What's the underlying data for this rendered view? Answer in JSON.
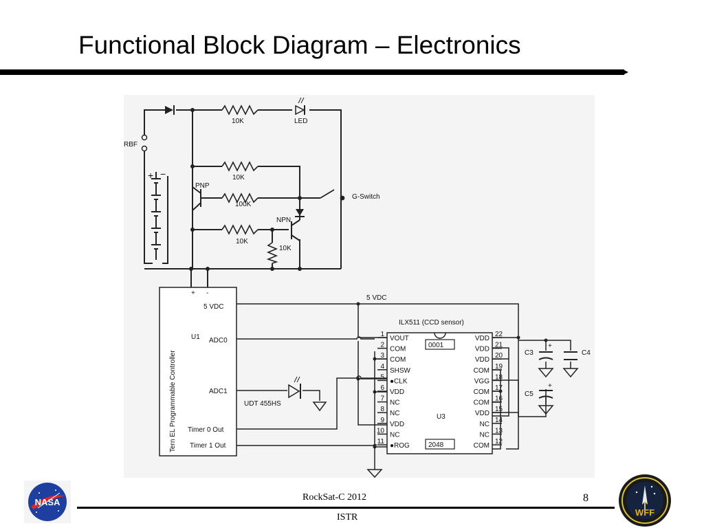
{
  "slide": {
    "title": "Functional Block Diagram – Electronics",
    "page_number": "8"
  },
  "footer": {
    "event": "RockSat-C 2012",
    "org": "ISTR"
  },
  "logos": {
    "left": "NASA",
    "right": "WFF"
  },
  "schematic": {
    "power": {
      "rbf": "RBF",
      "plus": "+",
      "minus": "−",
      "r_top": "10K",
      "led": "LED",
      "r_pnp": "10K",
      "pnp": "PNP",
      "r_100k": "100K",
      "g_switch": "G-Switch",
      "npn": "NPN",
      "r_npn_base": "10K",
      "r_pulldown": "10K"
    },
    "controller": {
      "name": "Tern EL Programmable Controller",
      "ref": "U1",
      "plus": "+",
      "minus": "-",
      "pins": [
        "5 VDC",
        "ADC0",
        "ADC1",
        "Timer 0 Out",
        "Timer 1 Out"
      ]
    },
    "bus_label": "5 VDC",
    "photodiode": "UDT 455HS",
    "ccd": {
      "title": "ILX511 (CCD sensor)",
      "ref": "U3",
      "code_top": "0001",
      "code_bottom": "2048",
      "left_pins": [
        {
          "num": "1",
          "name": "VOUT"
        },
        {
          "num": "2",
          "name": "COM"
        },
        {
          "num": "3",
          "name": "COM"
        },
        {
          "num": "4",
          "name": "SHSW"
        },
        {
          "num": "5",
          "name": "●CLK"
        },
        {
          "num": "6",
          "name": "VDD"
        },
        {
          "num": "7",
          "name": "NC"
        },
        {
          "num": "8",
          "name": "NC"
        },
        {
          "num": "9",
          "name": "VDD"
        },
        {
          "num": "10",
          "name": "NC"
        },
        {
          "num": "11",
          "name": "●ROG"
        }
      ],
      "right_pins": [
        {
          "num": "22",
          "name": "VDD"
        },
        {
          "num": "21",
          "name": "VDD"
        },
        {
          "num": "20",
          "name": "VDD"
        },
        {
          "num": "19",
          "name": "COM"
        },
        {
          "num": "18",
          "name": "VGG"
        },
        {
          "num": "17",
          "name": "COM"
        },
        {
          "num": "16",
          "name": "COM"
        },
        {
          "num": "15",
          "name": "VDD"
        },
        {
          "num": "14",
          "name": "NC"
        },
        {
          "num": "13",
          "name": "NC"
        },
        {
          "num": "12",
          "name": "COM"
        }
      ]
    },
    "caps": {
      "c3": "C3",
      "c4": "C4",
      "c5": "C5",
      "c3_plus": "+",
      "c5_plus": "+"
    }
  }
}
